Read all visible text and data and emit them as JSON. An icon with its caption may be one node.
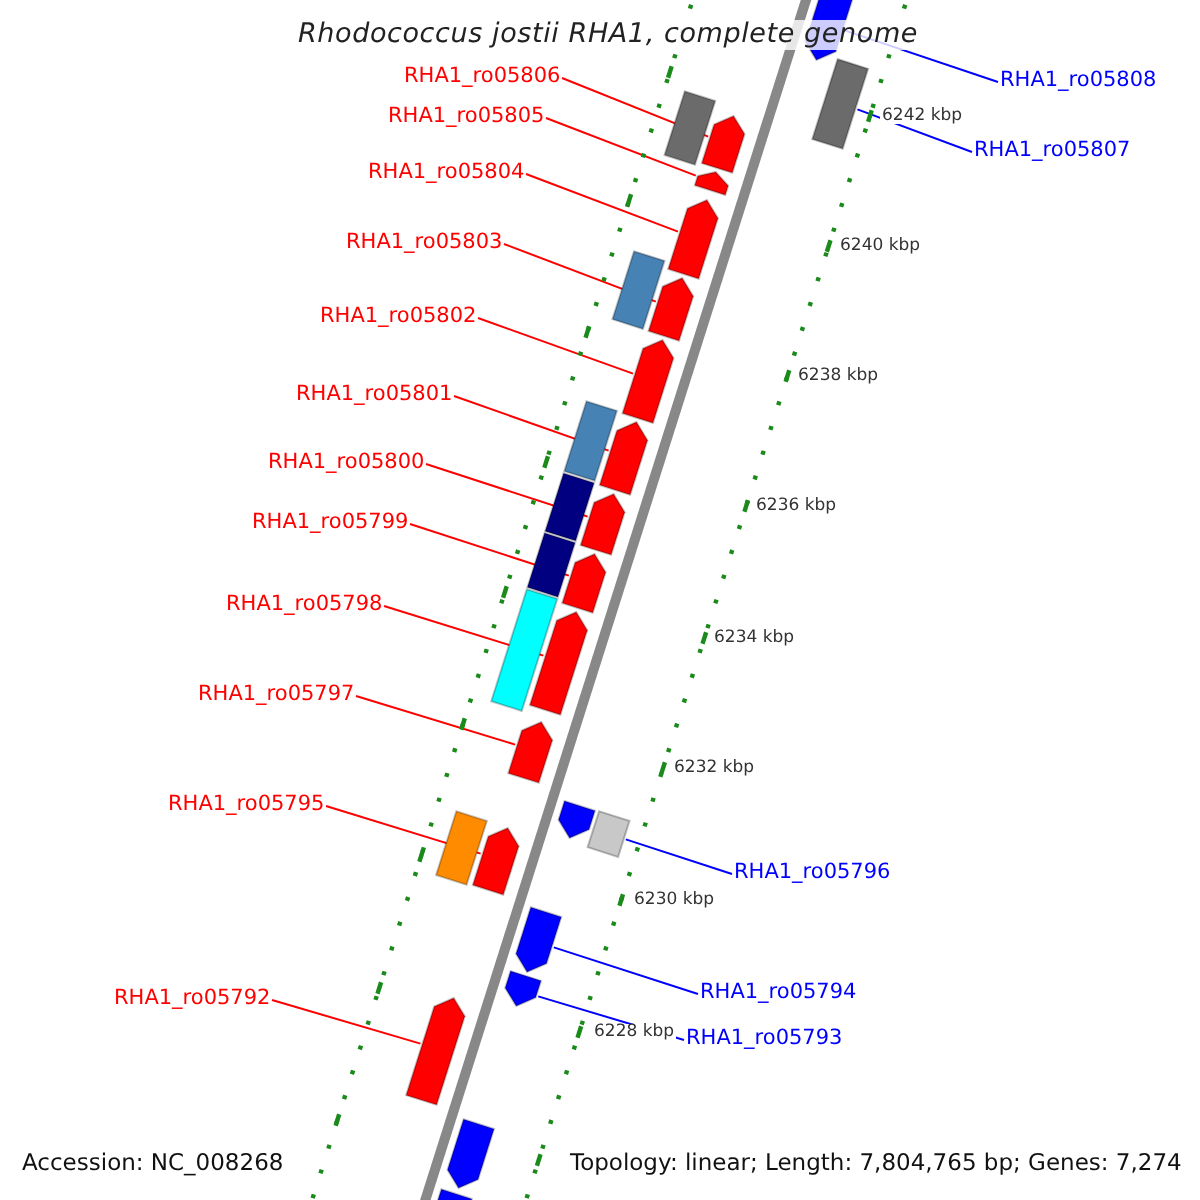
{
  "diagram": {
    "title": "Rhodococcus jostii RHA1, complete genome",
    "nodes": [
      {
        "text": [
          "RHA1_ro05806"
        ]
      },
      {
        "text": [
          "RHA1_ro05805"
        ]
      },
      {
        "text": [
          "RHA1_ro05804"
        ]
      },
      {
        "text": [
          "RHA1_ro05803"
        ]
      },
      {
        "text": [
          "RHA1_ro05802"
        ]
      },
      {
        "text": [
          "RHA1_ro05801"
        ]
      },
      {
        "text": [
          "RHA1_ro05800"
        ]
      },
      {
        "text": [
          "RHA1_ro05799"
        ]
      },
      {
        "text": [
          "RHA1_ro05798"
        ]
      },
      {
        "text": [
          "RHA1_ro05797"
        ]
      },
      {
        "text": [
          "RHA1_ro05795"
        ]
      },
      {
        "text": [
          "RHA1_ro05792"
        ]
      },
      {
        "text": [
          "RHA1_ro05808"
        ]
      },
      {
        "text": [
          "RHA1_ro05807"
        ]
      },
      {
        "text": [
          "RHA1_ro05796"
        ]
      },
      {
        "text": [
          "RHA1_ro05794"
        ]
      },
      {
        "text": [
          "RHA1_ro05793"
        ]
      },
      {
        "text": [],
        "shape": "pentagon"
      },
      {
        "text": [],
        "shape": "box"
      },
      {
        "text": [],
        "shape": "box"
      },
      {
        "text": [],
        "shape": "pentagon"
      },
      {
        "text": [],
        "shape": "pentagon"
      },
      {
        "text": [],
        "shape": "pentagon"
      },
      {
        "text": [],
        "shape": "box"
      },
      {
        "text": [],
        "shape": "pentagon"
      },
      {
        "text": [],
        "shape": "pentagon"
      },
      {
        "text": [],
        "shape": "box"
      },
      {
        "text": [],
        "shape": "pentagon"
      },
      {
        "text": [],
        "shape": "box"
      },
      {
        "text": [],
        "shape": "pentagon"
      },
      {
        "text": [],
        "shape": "box"
      },
      {
        "text": [],
        "shape": "pentagon"
      },
      {
        "text": [],
        "shape": "box"
      },
      {
        "text": [],
        "shape": "pentagon"
      },
      {
        "text": [],
        "shape": "pentagon"
      },
      {
        "text": [],
        "shape": "pentagon"
      },
      {
        "text": [],
        "shape": "box"
      },
      {
        "text": [],
        "shape": "box"
      },
      {
        "text": [],
        "shape": "pentagon"
      },
      {
        "text": [],
        "shape": "pentagon"
      },
      {
        "text": [],
        "shape": "pentagon"
      },
      {
        "text": [],
        "shape": "pentagon"
      },
      {
        "text": [],
        "shape": "pentagon"
      },
      {
        "text": [],
        "shape": "pentagon"
      }
    ],
    "edges": [
      {
        "from": 0,
        "to": 20,
        "arrow": "none"
      },
      {
        "from": 1,
        "to": 21,
        "arrow": "none"
      },
      {
        "from": 2,
        "to": 22,
        "arrow": "none"
      },
      {
        "from": 3,
        "to": 24,
        "arrow": "none"
      },
      {
        "from": 4,
        "to": 25,
        "arrow": "none"
      },
      {
        "from": 5,
        "to": 27,
        "arrow": "none"
      },
      {
        "from": 6,
        "to": 29,
        "arrow": "none"
      },
      {
        "from": 7,
        "to": 31,
        "arrow": "none"
      },
      {
        "from": 8,
        "to": 33,
        "arrow": "none"
      },
      {
        "from": 9,
        "to": 34,
        "arrow": "none"
      },
      {
        "from": 10,
        "to": 38,
        "arrow": "none"
      },
      {
        "from": 11,
        "to": 41,
        "arrow": "none"
      },
      {
        "from": 12,
        "to": 17,
        "arrow": "none",
        "color": "#0000ff"
      },
      {
        "from": 13,
        "to": 18,
        "arrow": "none",
        "color": "#0000ff"
      },
      {
        "from": 14,
        "to": 37,
        "arrow": "none",
        "color": "#0000ff"
      },
      {
        "from": 15,
        "to": 39,
        "arrow": "none",
        "color": "#0000ff"
      },
      {
        "from": 16,
        "to": 40,
        "arrow": "none",
        "color": "#0000ff"
      }
    ],
    "labels": [
      "6242 kbp",
      "6240 kbp",
      "6238 kbp",
      "6236 kbp",
      "6234 kbp",
      "6232 kbp",
      "6230 kbp",
      "6228 kbp",
      "Accession: NC_008268",
      "Topology: linear; Length: 7,804,765 bp; Genes: 7,274"
    ]
  }
}
